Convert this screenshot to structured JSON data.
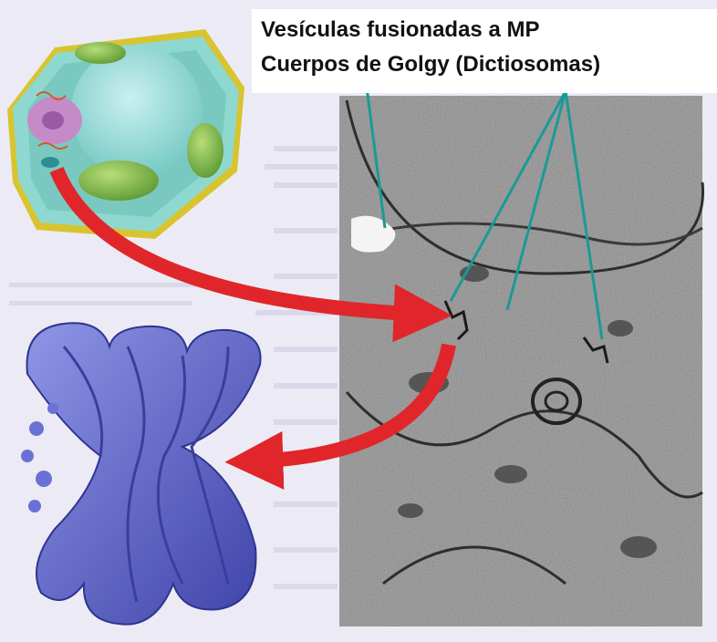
{
  "labels": {
    "vesicles": "Vesículas fusionadas a MP",
    "golgi": "Cuerpos de Golgy (Dictiosomas)"
  },
  "colors": {
    "background": "#ecebf5",
    "cell_wall": "#e4d23e",
    "cytoplasm": "#8fd8d0",
    "vacuole": "#a9e2e6",
    "chloroplast": "#7fb84e",
    "nucleus": "#c58ac8",
    "arrow": "#e0262a",
    "pointer_line": "#1a9a96",
    "golgi_stack": "#5a60c8",
    "micrograph_bg": "#8c8c8c"
  },
  "icons": [
    "plant-cell-illustration",
    "golgi-apparatus-illustration",
    "electron-micrograph"
  ]
}
